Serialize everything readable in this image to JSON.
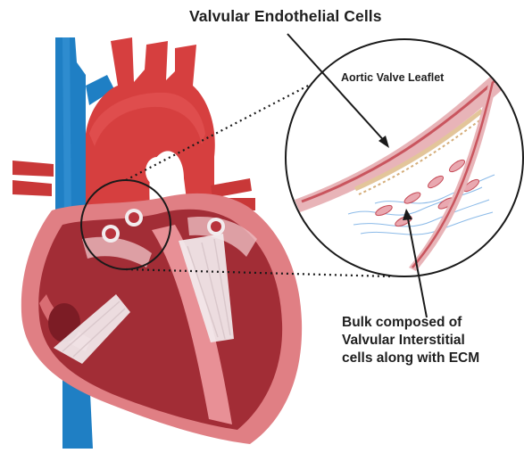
{
  "labels": {
    "endothelial": "Valvular Endothelial Cells",
    "leaflet": "Aortic Valve Leaflet",
    "bulk_lines": [
      "Bulk composed of",
      "Valvular Interstitial",
      "cells along with ECM"
    ]
  },
  "colors": {
    "vein_blue": "#1f7fc4",
    "artery_red": "#d63f3f",
    "myocardium": "#e0868a",
    "chamber_dark": "#9e2a32",
    "valve_white": "#f2ecee",
    "ecm_blue": "#7fb3e6"
  }
}
